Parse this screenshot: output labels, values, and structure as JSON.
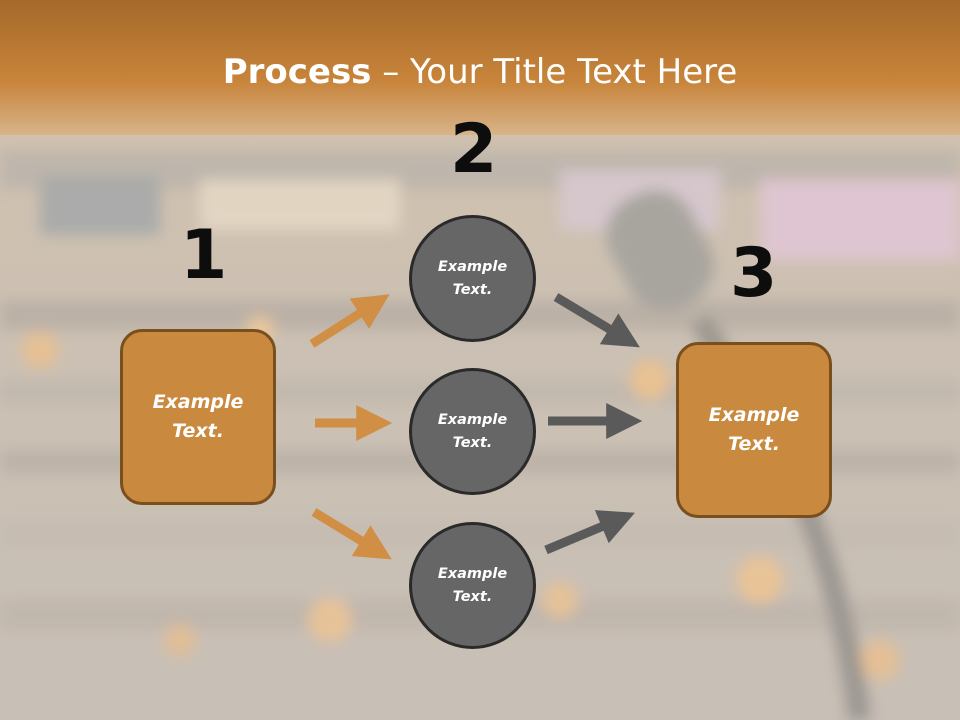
{
  "slide": {
    "title_bold": "Process",
    "title_rest": " – Your Title Text Here",
    "colors": {
      "header_band": "#c7843a",
      "box_fill": "#c9893f",
      "box_border": "#7a4f1e",
      "circle_fill": "#666666",
      "orange_arrow": "#d08f45",
      "gray_arrow": "#5a5a5a"
    }
  },
  "steps": {
    "step1": {
      "number": "1",
      "text": "Example Text."
    },
    "step2": {
      "number": "2",
      "circles": [
        "Example Text.",
        "Example Text.",
        "Example Text."
      ]
    },
    "step3": {
      "number": "3",
      "text": "Example Text."
    }
  }
}
